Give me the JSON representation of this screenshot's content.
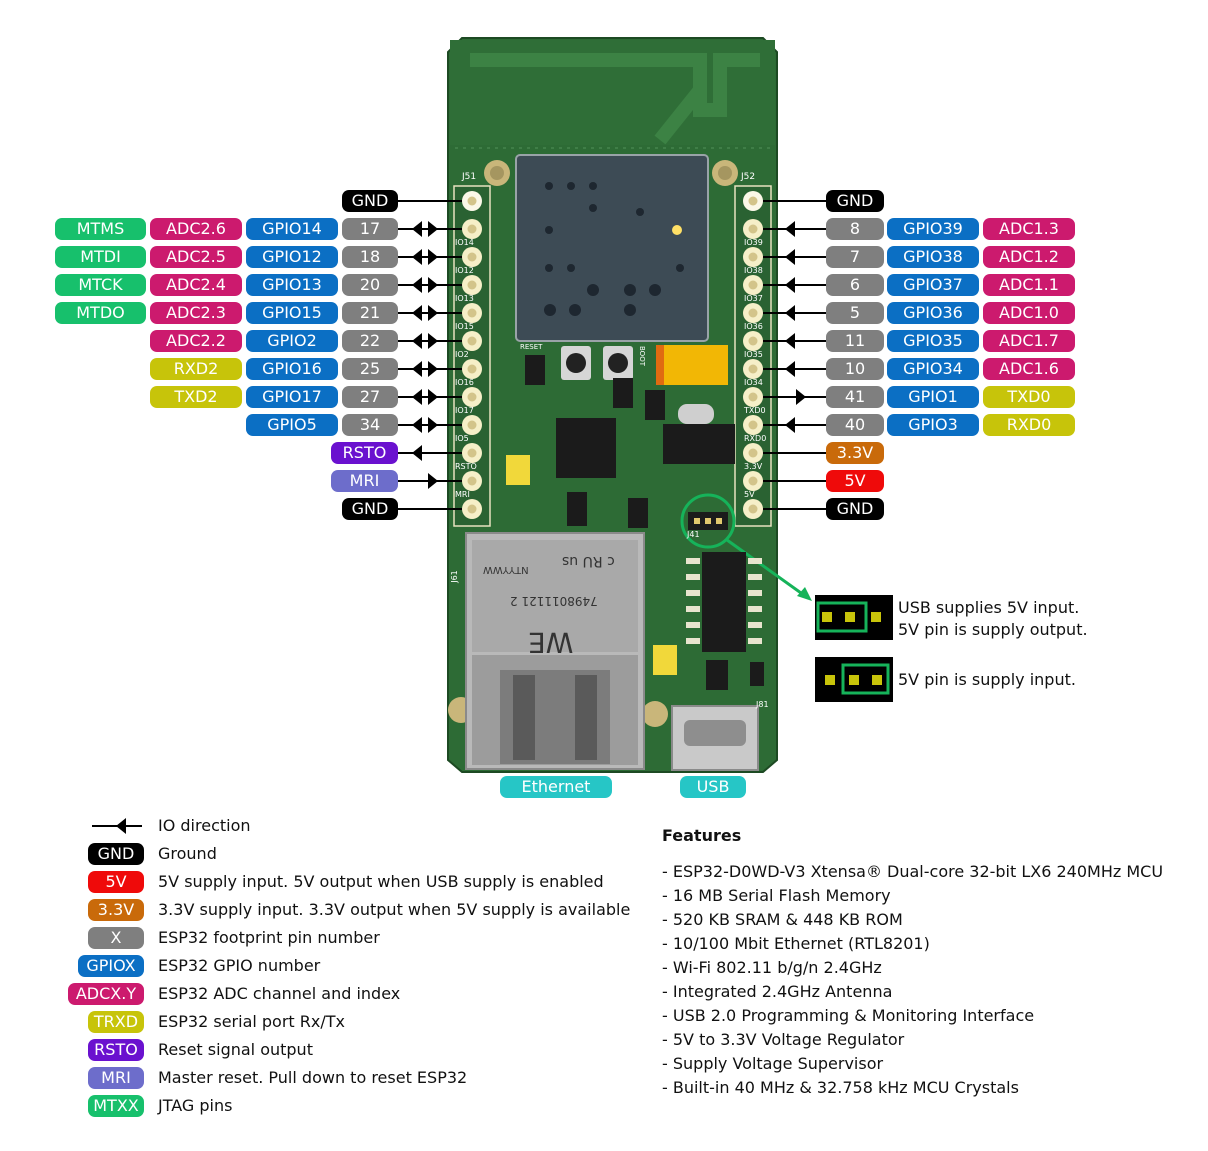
{
  "board": {
    "left_header_label": "J51",
    "right_header_label": "J52",
    "jumper_label": "J41",
    "usb_header_label": "J81",
    "ethernet_label": "J61",
    "reset_silk": "RESET",
    "boot_silk": "BOOT",
    "jack_brand": "WE",
    "jack_part": "7498011121 2",
    "jack_date": "NTYYWW",
    "jack_cert": "c RU us",
    "left_silk": [
      "IO14",
      "IO12",
      "IO13",
      "IO15",
      "IO2",
      "IO16",
      "IO17",
      "IO5",
      "RSTO",
      "MRI"
    ],
    "right_silk": [
      "IO39",
      "IO38",
      "IO37",
      "IO36",
      "IO35",
      "IO34",
      "TXD0",
      "RXD0",
      "3.3V",
      "5V"
    ]
  },
  "pins_left": [
    {
      "row": 0,
      "labels": [
        {
          "t": "GND",
          "c": "gnd"
        }
      ],
      "dir": "none"
    },
    {
      "row": 1,
      "labels": [
        {
          "t": "MTMS",
          "c": "mt"
        },
        {
          "t": "ADC2.6",
          "c": "adc"
        },
        {
          "t": "GPIO14",
          "c": "gpio"
        },
        {
          "t": "17",
          "c": "num"
        }
      ],
      "dir": "bi"
    },
    {
      "row": 2,
      "labels": [
        {
          "t": "MTDI",
          "c": "mt"
        },
        {
          "t": "ADC2.5",
          "c": "adc"
        },
        {
          "t": "GPIO12",
          "c": "gpio"
        },
        {
          "t": "18",
          "c": "num"
        }
      ],
      "dir": "bi"
    },
    {
      "row": 3,
      "labels": [
        {
          "t": "MTCK",
          "c": "mt"
        },
        {
          "t": "ADC2.4",
          "c": "adc"
        },
        {
          "t": "GPIO13",
          "c": "gpio"
        },
        {
          "t": "20",
          "c": "num"
        }
      ],
      "dir": "bi"
    },
    {
      "row": 4,
      "labels": [
        {
          "t": "MTDO",
          "c": "mt"
        },
        {
          "t": "ADC2.3",
          "c": "adc"
        },
        {
          "t": "GPIO15",
          "c": "gpio"
        },
        {
          "t": "21",
          "c": "num"
        }
      ],
      "dir": "bi"
    },
    {
      "row": 5,
      "labels": [
        {
          "t": "ADC2.2",
          "c": "adc"
        },
        {
          "t": "GPIO2",
          "c": "gpio"
        },
        {
          "t": "22",
          "c": "num"
        }
      ],
      "dir": "bi"
    },
    {
      "row": 6,
      "labels": [
        {
          "t": "RXD2",
          "c": "tx"
        },
        {
          "t": "GPIO16",
          "c": "gpio"
        },
        {
          "t": "25",
          "c": "num"
        }
      ],
      "dir": "bi"
    },
    {
      "row": 7,
      "labels": [
        {
          "t": "TXD2",
          "c": "tx"
        },
        {
          "t": "GPIO17",
          "c": "gpio"
        },
        {
          "t": "27",
          "c": "num"
        }
      ],
      "dir": "bi"
    },
    {
      "row": 8,
      "labels": [
        {
          "t": "GPIO5",
          "c": "gpio"
        },
        {
          "t": "34",
          "c": "num"
        }
      ],
      "dir": "bi"
    },
    {
      "row": 9,
      "labels": [
        {
          "t": "RSTO",
          "c": "rsto"
        }
      ],
      "dir": "out"
    },
    {
      "row": 10,
      "labels": [
        {
          "t": "MRI",
          "c": "mri"
        }
      ],
      "dir": "in"
    },
    {
      "row": 11,
      "labels": [
        {
          "t": "GND",
          "c": "gnd"
        }
      ],
      "dir": "none"
    }
  ],
  "pins_right": [
    {
      "row": 0,
      "labels": [
        {
          "t": "GND",
          "c": "gnd"
        }
      ],
      "dir": "none"
    },
    {
      "row": 1,
      "labels": [
        {
          "t": "8",
          "c": "num"
        },
        {
          "t": "GPIO39",
          "c": "gpio"
        },
        {
          "t": "ADC1.3",
          "c": "adc"
        }
      ],
      "dir": "in"
    },
    {
      "row": 2,
      "labels": [
        {
          "t": "7",
          "c": "num"
        },
        {
          "t": "GPIO38",
          "c": "gpio"
        },
        {
          "t": "ADC1.2",
          "c": "adc"
        }
      ],
      "dir": "in"
    },
    {
      "row": 3,
      "labels": [
        {
          "t": "6",
          "c": "num"
        },
        {
          "t": "GPIO37",
          "c": "gpio"
        },
        {
          "t": "ADC1.1",
          "c": "adc"
        }
      ],
      "dir": "in"
    },
    {
      "row": 4,
      "labels": [
        {
          "t": "5",
          "c": "num"
        },
        {
          "t": "GPIO36",
          "c": "gpio"
        },
        {
          "t": "ADC1.0",
          "c": "adc"
        }
      ],
      "dir": "in"
    },
    {
      "row": 5,
      "labels": [
        {
          "t": "11",
          "c": "num"
        },
        {
          "t": "GPIO35",
          "c": "gpio"
        },
        {
          "t": "ADC1.7",
          "c": "adc"
        }
      ],
      "dir": "in"
    },
    {
      "row": 6,
      "labels": [
        {
          "t": "10",
          "c": "num"
        },
        {
          "t": "GPIO34",
          "c": "gpio"
        },
        {
          "t": "ADC1.6",
          "c": "adc"
        }
      ],
      "dir": "in"
    },
    {
      "row": 7,
      "labels": [
        {
          "t": "41",
          "c": "num"
        },
        {
          "t": "GPIO1",
          "c": "gpio"
        },
        {
          "t": "TXD0",
          "c": "tx"
        }
      ],
      "dir": "out"
    },
    {
      "row": 8,
      "labels": [
        {
          "t": "40",
          "c": "num"
        },
        {
          "t": "GPIO3",
          "c": "gpio"
        },
        {
          "t": "RXD0",
          "c": "tx"
        }
      ],
      "dir": "in"
    },
    {
      "row": 9,
      "labels": [
        {
          "t": "3.3V",
          "c": "v33"
        }
      ],
      "dir": "none"
    },
    {
      "row": 10,
      "labels": [
        {
          "t": "5V",
          "c": "v5"
        }
      ],
      "dir": "none"
    },
    {
      "row": 11,
      "labels": [
        {
          "t": "GND",
          "c": "gnd"
        }
      ],
      "dir": "none"
    }
  ],
  "connectors": {
    "ethernet": "Ethernet",
    "usb": "USB"
  },
  "jumper_callouts": [
    {
      "text1": "USB supplies 5V input.",
      "text2": "5V pin is supply output."
    },
    {
      "text1": "5V pin is supply input.",
      "text2": ""
    }
  ],
  "legend": [
    {
      "badge": "",
      "class": "arrow",
      "text": "IO direction"
    },
    {
      "badge": "GND",
      "class": "gnd",
      "text": "Ground"
    },
    {
      "badge": "5V",
      "class": "v5",
      "text": "5V supply input. 5V output when USB supply is enabled"
    },
    {
      "badge": "3.3V",
      "class": "v33",
      "text": "3.3V supply input. 3.3V output when 5V supply is available"
    },
    {
      "badge": "X",
      "class": "num",
      "text": "ESP32 footprint pin number"
    },
    {
      "badge": "GPIOX",
      "class": "gpio",
      "text": "ESP32 GPIO number"
    },
    {
      "badge": "ADCX.Y",
      "class": "adc",
      "text": "ESP32 ADC channel and index"
    },
    {
      "badge": "TRXD",
      "class": "tx",
      "text": "ESP32 serial port Rx/Tx"
    },
    {
      "badge": "RSTO",
      "class": "rsto",
      "text": "Reset signal output"
    },
    {
      "badge": "MRI",
      "class": "mri",
      "text": "Master reset. Pull down to reset ESP32"
    },
    {
      "badge": "MTXX",
      "class": "mt",
      "text": "JTAG pins"
    }
  ],
  "features": {
    "title": "Features",
    "items": [
      "- ESP32-D0WD-V3 Xtensa® Dual-core 32-bit LX6 240MHz MCU",
      "- 16 MB Serial Flash Memory",
      "- 520 KB SRAM & 448 KB ROM",
      "- 10/100 Mbit Ethernet (RTL8201)",
      "- Wi-Fi 802.11 b/g/n 2.4GHz",
      "- Integrated 2.4GHz Antenna",
      "- USB 2.0 Programming & Monitoring Interface",
      "- 5V to 3.3V Voltage Regulator",
      "- Supply Voltage Supervisor",
      "- Built-in 40 MHz & 32.758 kHz MCU Crystals"
    ]
  },
  "colors": {
    "pcb": "#2d6b35",
    "pcb_dark": "#24552b",
    "gold": "#d8c98a",
    "pad": "#f6efc8",
    "callout": "#16b35a"
  }
}
